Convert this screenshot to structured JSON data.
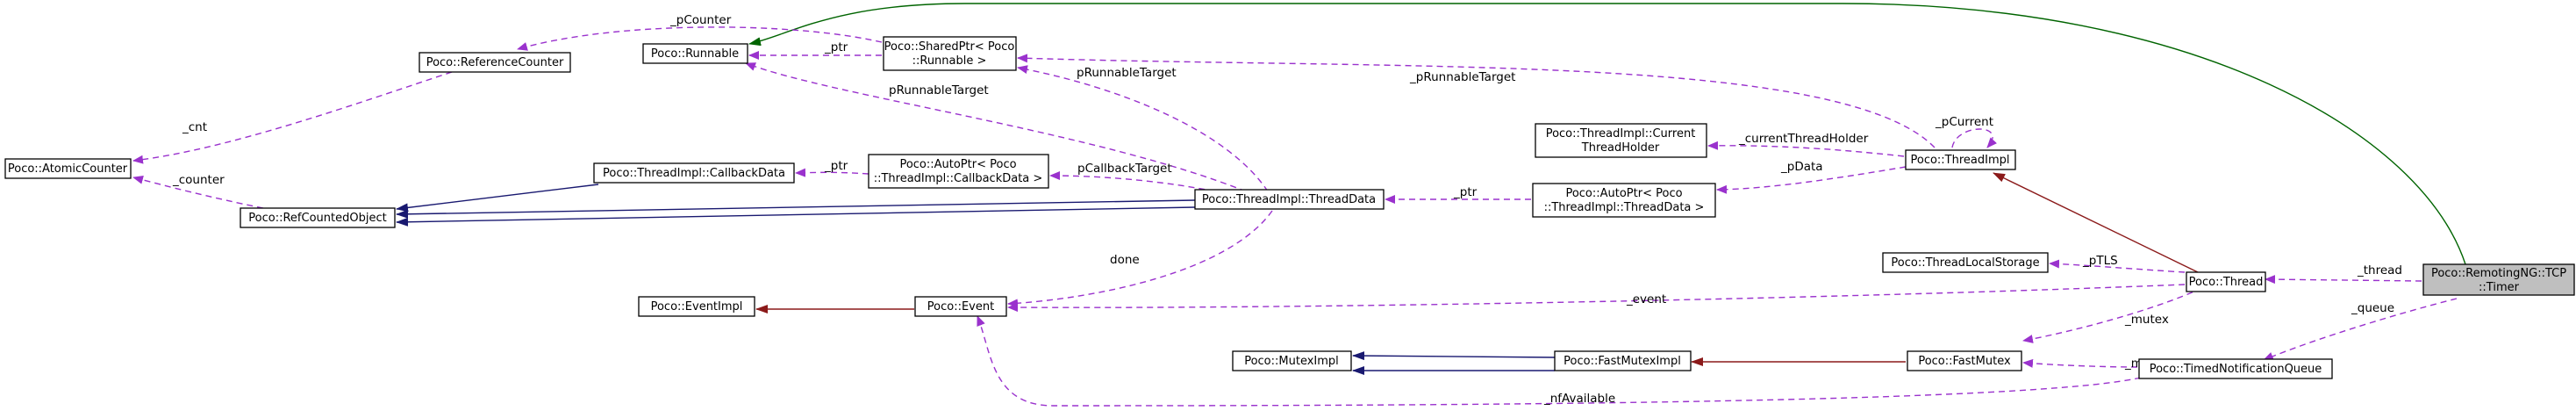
{
  "nodes": {
    "timer": [
      "Poco::RemotingNG::TCP",
      "::Timer"
    ],
    "thread": [
      "Poco::Thread"
    ],
    "tnq": [
      "Poco::TimedNotificationQueue"
    ],
    "threadimpl": [
      "Poco::ThreadImpl"
    ],
    "tls": [
      "Poco::ThreadLocalStorage"
    ],
    "fastmutex": [
      "Poco::FastMutex"
    ],
    "fastmuteximpl": [
      "Poco::FastMutexImpl"
    ],
    "muteximpl": [
      "Poco::MutexImpl"
    ],
    "event": [
      "Poco::Event"
    ],
    "eventimpl": [
      "Poco::EventImpl"
    ],
    "threaddata": [
      "Poco::ThreadImpl::ThreadData"
    ],
    "autoptr_td": [
      "Poco::AutoPtr< Poco",
      "::ThreadImpl::ThreadData >"
    ],
    "cth": [
      "Poco::ThreadImpl::Current",
      "ThreadHolder"
    ],
    "sharedptr": [
      "Poco::SharedPtr< Poco",
      "::Runnable >"
    ],
    "runnable": [
      "Poco::Runnable"
    ],
    "refcounter": [
      "Poco::ReferenceCounter"
    ],
    "atomiccounter": [
      "Poco::AtomicCounter"
    ],
    "refcounted": [
      "Poco::RefCountedObject"
    ],
    "callbackdata": [
      "Poco::ThreadImpl::CallbackData"
    ],
    "autoptr_cb": [
      "Poco::AutoPtr< Poco",
      "::ThreadImpl::CallbackData >"
    ]
  },
  "edge_labels": {
    "thread": "_thread",
    "queue": "_queue",
    "pCurrent": "_pCurrent",
    "currentThreadHolder": "_currentThreadHolder",
    "pData": "_pData",
    "ptr_td": "_ptr",
    "pTLS": "_pTLS",
    "mutex_thread": "_mutex",
    "mutex_tnq": "_mutex",
    "event": "_event",
    "nfAvailable": "_nfAvailable",
    "done": "done",
    "pCallbackTarget": "pCallbackTarget",
    "ptr_cb": "_ptr",
    "pRunnableTarget_td": "pRunnableTarget",
    "pRunnableTarget_td2": "pRunnableTarget",
    "pRunnableTarget_impl": "_pRunnableTarget",
    "ptr_sp": "_ptr",
    "pCounter": "_pCounter",
    "cnt": "_cnt",
    "counter": "_counter"
  },
  "colors": {
    "usage": "#9a32cd",
    "inherit_blue": "#191970",
    "inherit_red": "#8b1a1a",
    "inherit_green": "#006400",
    "focus_fill": "#bfbfbf"
  }
}
